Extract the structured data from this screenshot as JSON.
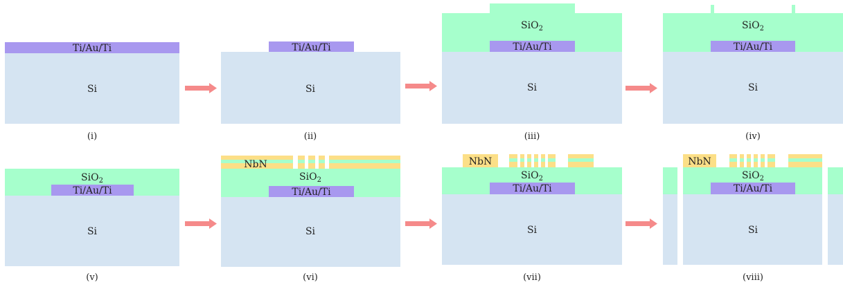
{
  "colors": {
    "si": "#d5e4f2",
    "sio2": "#a6ffcc",
    "metal": "#a898ef",
    "nbn": "#fcdf87",
    "arrow": "#f58a8a"
  },
  "materials": {
    "si": "Si",
    "sio2": "SiO",
    "sio2_sub": "2",
    "metal": "Ti/Au/Ti",
    "nbn": "NbN"
  },
  "steps": [
    {
      "label": "(i)"
    },
    {
      "label": "(ii)"
    },
    {
      "label": "(iii)"
    },
    {
      "label": "(iv)"
    },
    {
      "label": "(v)"
    },
    {
      "label": "(vi)"
    },
    {
      "label": "(vii)"
    },
    {
      "label": "(viii)"
    }
  ]
}
